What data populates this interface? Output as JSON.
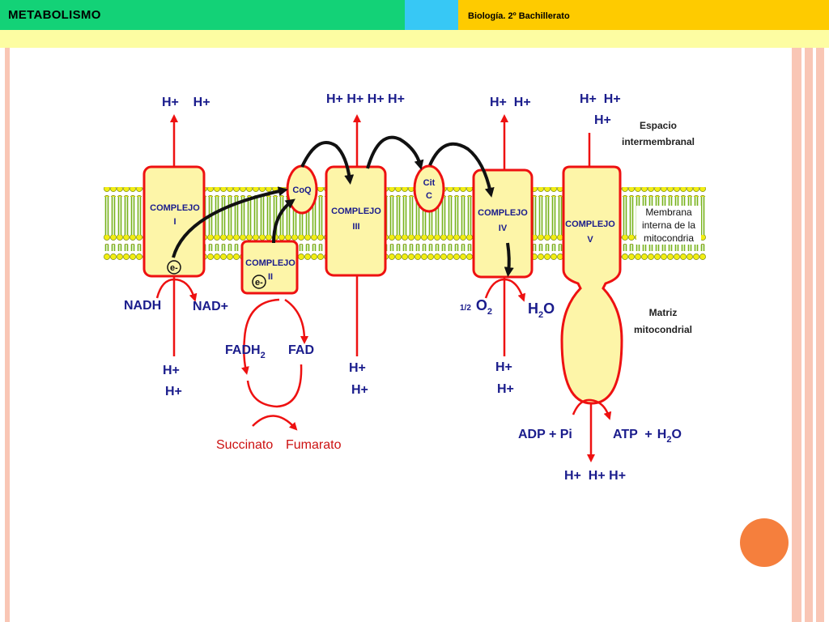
{
  "header": {
    "title": "METABOLISMO",
    "subtitle": "Biología. 2º Bachillerato"
  },
  "colors": {
    "membrane": "#77b21b",
    "lipid_head": "#f2ee12",
    "complex_fill": "#fdf5a8",
    "complex_border": "#ee1111",
    "arrow_red": "#ee1111",
    "label_blue": "#1a1c8c",
    "accent_orange": "#f57f3d"
  },
  "diagram": {
    "complexes": {
      "c1": [
        "COMPLEJO",
        "I"
      ],
      "c2": [
        "COMPLEJO",
        "II"
      ],
      "c3": [
        "COMPLEJO",
        "III"
      ],
      "c4": [
        "COMPLEJO",
        "IV"
      ],
      "c5": [
        "COMPLEJO",
        "V"
      ]
    },
    "carriers": {
      "coq": "CoQ",
      "citc": [
        "Cit",
        "C"
      ]
    },
    "electron": "e-",
    "labels": {
      "h_c1_top": "H+    H+",
      "h_c3_top": "H+ H+ H+ H+",
      "h_c4_top": "H+  H+",
      "h_c5_top1": "H+  H+",
      "h_c5_top2": "H+",
      "h_bottom_a": "H+",
      "h_bottom_b": "H+",
      "h_c5_bottom": "H+  H+ H+",
      "nadh": "NADH",
      "nad": "NAD+",
      "fadh2": "FADH",
      "fadh2_sub": "2",
      "fad": "FAD",
      "succinato": "Succinato",
      "fumarato": "Fumarato",
      "half": "1/2",
      "o2": "O",
      "o2_sub": "2",
      "h2o": "H",
      "h2o_sub": "2",
      "h2o_o": "O",
      "adp": "ADP + Pi",
      "atp": "ATP  +",
      "atp_h2o": "H",
      "atp_h2o_sub": "2",
      "atp_h2o_o": "O"
    },
    "regions": {
      "intermembrane": [
        "Espacio",
        "intermembranal"
      ],
      "membrane": [
        "Membrana",
        "interna de la",
        "mitocondria"
      ],
      "matrix": [
        "Matriz",
        "mitocondrial"
      ]
    }
  }
}
